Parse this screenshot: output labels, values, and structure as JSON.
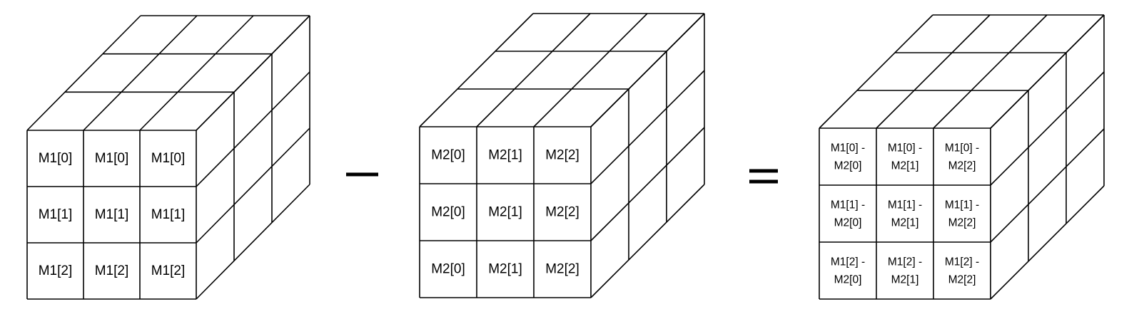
{
  "cubes": [
    {
      "name": "cube-m1",
      "rows": [
        [
          "M1[0]",
          "M1[0]",
          "M1[0]"
        ],
        [
          "M1[1]",
          "M1[1]",
          "M1[1]"
        ],
        [
          "M1[2]",
          "M1[2]",
          "M1[2]"
        ]
      ]
    },
    {
      "name": "cube-m2",
      "rows": [
        [
          "M2[0]",
          "M2[1]",
          "M2[2]"
        ],
        [
          "M2[0]",
          "M2[1]",
          "M2[2]"
        ],
        [
          "M2[0]",
          "M2[1]",
          "M2[2]"
        ]
      ]
    },
    {
      "name": "cube-result",
      "rows": [
        [
          [
            "M1[0] -",
            "M2[0]"
          ],
          [
            "M1[0] -",
            "M2[1]"
          ],
          [
            "M1[0] -",
            "M2[2]"
          ]
        ],
        [
          [
            "M1[1] -",
            "M2[0]"
          ],
          [
            "M1[1] -",
            "M2[1]"
          ],
          [
            "M1[1] -",
            "M2[2]"
          ]
        ],
        [
          [
            "M1[2] -",
            "M2[0]"
          ],
          [
            "M1[2] -",
            "M2[1]"
          ],
          [
            "M1[2] -",
            "M2[2]"
          ]
        ]
      ]
    }
  ],
  "operators": {
    "minus": "minus",
    "equals": "equals"
  },
  "colors": {
    "line": "#000000",
    "background": "#ffffff"
  }
}
